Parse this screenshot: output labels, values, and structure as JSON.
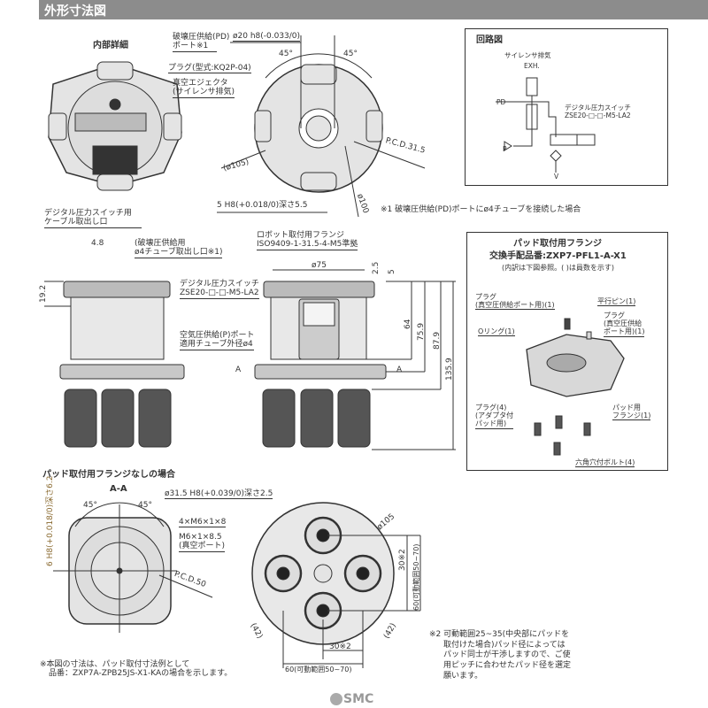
{
  "header": {
    "title": "外形寸法図"
  },
  "top_view": {
    "detail_title": "内部詳細",
    "pd_port": [
      "破壊圧供給(PD)",
      "ポート※1"
    ],
    "plug": "プラグ(型式:KQ2P-04)",
    "ejector": [
      "真空エジェクタ",
      "(サイレンサ排気)"
    ],
    "shaft_dim": "ø20 h8(-0.033/0)",
    "angle1": "45°",
    "angle2": "45°",
    "dia105": "(ø105)",
    "pcd": "P.C.D.31.5",
    "pin_hole": "5 H8(+0.018/0)深さ5.5",
    "dia100": "ø100"
  },
  "note1": "※1 破壊圧供給(PD)ポートにø4チューブを接続した場合",
  "side_view": {
    "cable_port": [
      "デジタル圧力スイッチ用",
      "ケーブル取出し口"
    ],
    "dim48": "4.8",
    "pd_tube": [
      "(破壊圧供給用",
      "ø4チューブ取出し口※1)"
    ],
    "dim192": "19.2",
    "switch": [
      "デジタル圧力スイッチ",
      "ZSE20-□-□-M5-LA2"
    ],
    "p_port": [
      "空気圧供給(P)ポート",
      "適用チューブ外径ø4"
    ],
    "robot_flange": [
      "ロボット取付用フランジ",
      "ISO9409-1-31.5-4-M5準拠"
    ],
    "dia75": "ø75",
    "dim25": "2.5",
    "dim5": "5",
    "dim64": "64",
    "dim759": "75.9",
    "dim879": "87.9",
    "dim1359": "135.9",
    "sec_a": "A"
  },
  "circuit": {
    "title": "回路図",
    "silencer": "サイレンサ排気",
    "exh": "EXH.",
    "pd": "PD",
    "switch": [
      "デジタル圧力スイッチ",
      "ZSE20-□-□-M5-LA2"
    ],
    "p": "P",
    "v": "V"
  },
  "flange_kit": {
    "title": "パッド取付用フランジ",
    "part_no": "交換手配品番:ZXP7-PFL1-A-X1",
    "note": "(内訳は下図参照。( )は員数を示す)",
    "plug_vac1": [
      "プラグ",
      "(真空圧供給ポート用)(1)"
    ],
    "pin": "平行ピン(1)",
    "plug_vac2": [
      "プラグ",
      "(真空圧供給",
      "ポート用)(1)"
    ],
    "oring": "Oリング(1)",
    "plug4": [
      "プラグ(4)",
      "(アダプタ付",
      "パッド用)"
    ],
    "pad_flange": [
      "パッド用",
      "フランジ(1)"
    ],
    "bolt": "六角穴付ボルト(4)"
  },
  "bottom": {
    "title": "パッド取付用フランジなしの場合",
    "section": "A-A",
    "bore": "ø31.5 H8(+0.039/0)深さ2.5",
    "angle1": "45°",
    "angle2": "45°",
    "thread1": "4×M6×1×8",
    "thread2": [
      "M6×1×8.5",
      "(真空ポート)"
    ],
    "pin_hole": "6 H8(+0.018/0)深さ6.2",
    "pcd": "P.C.D.50",
    "dia105": "ø105",
    "pitch_v": "30※2",
    "range_v": "60(可動範囲50~70)",
    "d42a": "(42)",
    "d42b": "(42)",
    "pitch_h": "30※2",
    "range_h": "60(可動範囲50~70)",
    "note": [
      "※本図の寸法は、パッド取付寸法例として",
      "品番：ZXP7A-ZPB25JS-X1-KAの場合を示します。"
    ],
    "note2": [
      "※2 可動範囲25~35(中央部にパッドを",
      "取付けた場合)パッド径によっては",
      "パッド同士が干渉しますので、ご使",
      "用ピッチに合わせたパッド径を選定",
      "願います。"
    ]
  },
  "logo": "SMC"
}
